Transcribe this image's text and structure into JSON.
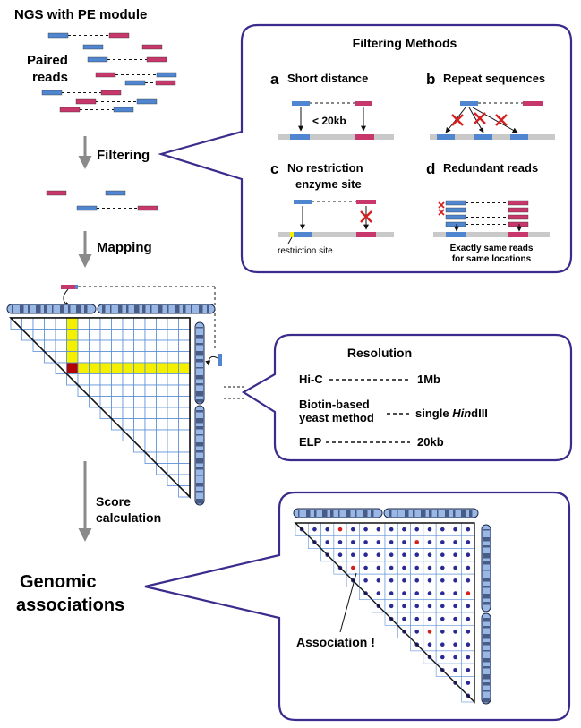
{
  "title": "NGS with PE module",
  "paired_reads": [
    "Paired",
    "reads"
  ],
  "steps": {
    "filtering": "Filtering",
    "mapping": "Mapping",
    "score": [
      "Score",
      "calculation"
    ],
    "genomic": [
      "Genomic",
      "associations"
    ]
  },
  "filtering_methods": {
    "heading": "Filtering Methods",
    "a": {
      "letter": "a",
      "label": "Short distance",
      "distance": "< 20kb"
    },
    "b": {
      "letter": "b",
      "label": "Repeat sequences"
    },
    "c": {
      "letter": "c",
      "label_line1": "No restriction",
      "label_line2": "enzyme site",
      "site_label": "restriction site"
    },
    "d": {
      "letter": "d",
      "label": "Redundant reads",
      "note_line1": "Exactly same reads",
      "note_line2": "for same locations"
    }
  },
  "resolution": {
    "heading": "Resolution",
    "rows": [
      {
        "method": [
          "Hi-C"
        ],
        "value": "1Mb"
      },
      {
        "method": [
          "Biotin-based",
          "yeast method"
        ],
        "value_prefix": "single ",
        "value_italic": "Hin",
        "value_suffix": "dIII"
      },
      {
        "method": [
          "ELP"
        ],
        "value": "20kb"
      }
    ]
  },
  "association_label": "Association !",
  "colors": {
    "read_blue": "#4f86cf",
    "read_red": "#c8376b",
    "panel_border": "#3a2c8c",
    "grid_line": "#5b8fd6",
    "highlight_yellow": "#f4f000",
    "highlight_red": "#b30000",
    "dot_blue": "#2a2a95",
    "dot_red": "#d62020",
    "chrom_fill": "#9ab8e6",
    "chrom_band": "#2c3d66",
    "arrow_gray": "#8a8a8a"
  },
  "icons": [
    "red-x-icon",
    "arrow-icon",
    "chromosome-icon"
  ]
}
